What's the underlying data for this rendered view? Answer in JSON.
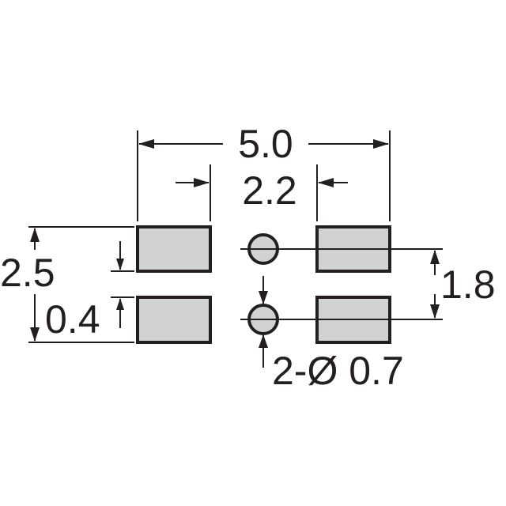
{
  "dimensions": {
    "overall_width": "5.0",
    "pad_gap": "2.2",
    "overall_height": "2.5",
    "pad_spacing": "0.4",
    "hole_pitch": "1.8",
    "hole_diameter": "2-Ø 0.7"
  },
  "colors": {
    "line": "#231f20",
    "pad_fill": "#d1d2d4",
    "background": "#ffffff"
  }
}
